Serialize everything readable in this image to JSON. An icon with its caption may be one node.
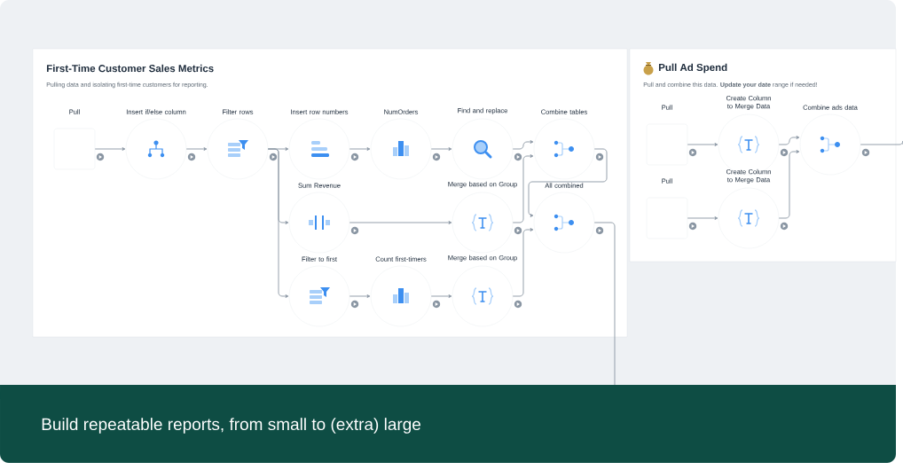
{
  "diagram": {
    "nodes": [
      {
        "text": [
          "First-Time Customer Sales Metrics",
          "Pulling data and isolating first-time customers for reporting."
        ]
      },
      {
        "text": [
          "Pull"
        ],
        "in": 0
      },
      {
        "text": [
          "Insert if/else column"
        ],
        "in": 0
      },
      {
        "text": [
          "Filter rows"
        ],
        "in": 0
      },
      {
        "text": [
          "Insert row numbers"
        ],
        "in": 0
      },
      {
        "text": [
          "NumOrders"
        ],
        "in": 0
      },
      {
        "text": [
          "Find and replace"
        ],
        "in": 0
      },
      {
        "text": [
          "Combine tables"
        ],
        "in": 0
      },
      {
        "text": [
          "Sum Revenue"
        ],
        "in": 0
      },
      {
        "text": [
          "Merge based on Group"
        ],
        "in": 0
      },
      {
        "text": [
          "All combined"
        ],
        "in": 0
      },
      {
        "text": [
          "Filter to first"
        ],
        "in": 0
      },
      {
        "text": [
          "Count first-timers"
        ],
        "in": 0
      },
      {
        "text": [
          "Merge based on Group"
        ],
        "in": 0
      },
      {
        "text": [
          "Pull Ad Spend",
          "Pull and combine this data. **Update your date** range if needed!"
        ]
      },
      {
        "text": [
          "Pull"
        ],
        "in": 14
      },
      {
        "text": [
          "Create Column to Merge Data"
        ],
        "in": 14
      },
      {
        "text": [
          "Combine ads data"
        ],
        "in": 14
      },
      {
        "text": [
          "Pull"
        ],
        "in": 14
      },
      {
        "text": [
          "Create Column to Merge Data"
        ],
        "in": 14
      }
    ],
    "edges": [
      {
        "from": 1,
        "to": 2,
        "arrow": "to"
      },
      {
        "from": 2,
        "to": 3,
        "arrow": "to"
      },
      {
        "from": 3,
        "to": 4,
        "arrow": "to"
      },
      {
        "from": 3,
        "to": 8,
        "arrow": "to"
      },
      {
        "from": 3,
        "to": 11,
        "arrow": "to"
      },
      {
        "from": 4,
        "to": 5,
        "arrow": "to"
      },
      {
        "from": 5,
        "to": 6,
        "arrow": "to"
      },
      {
        "from": 6,
        "to": 7,
        "arrow": "to"
      },
      {
        "from": 9,
        "to": 7,
        "arrow": "to"
      },
      {
        "from": 7,
        "to": 10,
        "arrow": "to"
      },
      {
        "from": 8,
        "to": 9,
        "arrow": "to"
      },
      {
        "from": 13,
        "to": 10,
        "arrow": "to"
      },
      {
        "from": 11,
        "to": 12,
        "arrow": "to"
      },
      {
        "from": 12,
        "to": 13,
        "arrow": "to"
      },
      {
        "from": 10,
        "to": null,
        "arrow": "none"
      },
      {
        "from": 15,
        "to": 16,
        "arrow": "to"
      },
      {
        "from": 16,
        "to": 17,
        "arrow": "to"
      },
      {
        "from": 18,
        "to": 19,
        "arrow": "to"
      },
      {
        "from": 19,
        "to": 17,
        "arrow": "to"
      },
      {
        "from": 17,
        "to": null,
        "arrow": "none"
      }
    ],
    "labels": [
      "Build repeatable reports, from small to (extra) large"
    ]
  }
}
